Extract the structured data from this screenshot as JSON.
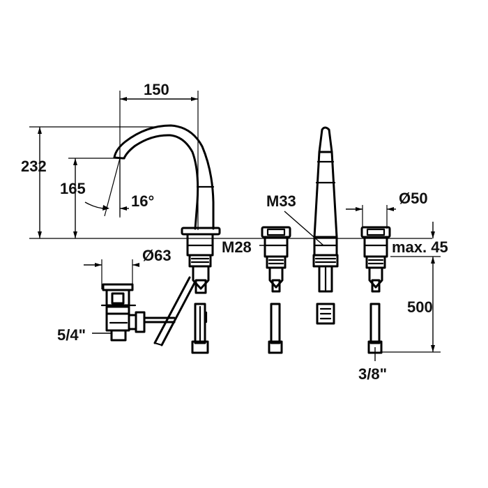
{
  "labels": {
    "width_150": "150",
    "height_232": "232",
    "height_165": "165",
    "angle_16": "16°",
    "dia_63": "Ø63",
    "thread_m28": "M28",
    "thread_m33": "M33",
    "dia_50": "Ø50",
    "max_45": "max. 45",
    "len_500": "500",
    "conn_54": "5/4\"",
    "conn_38": "3/8\""
  }
}
